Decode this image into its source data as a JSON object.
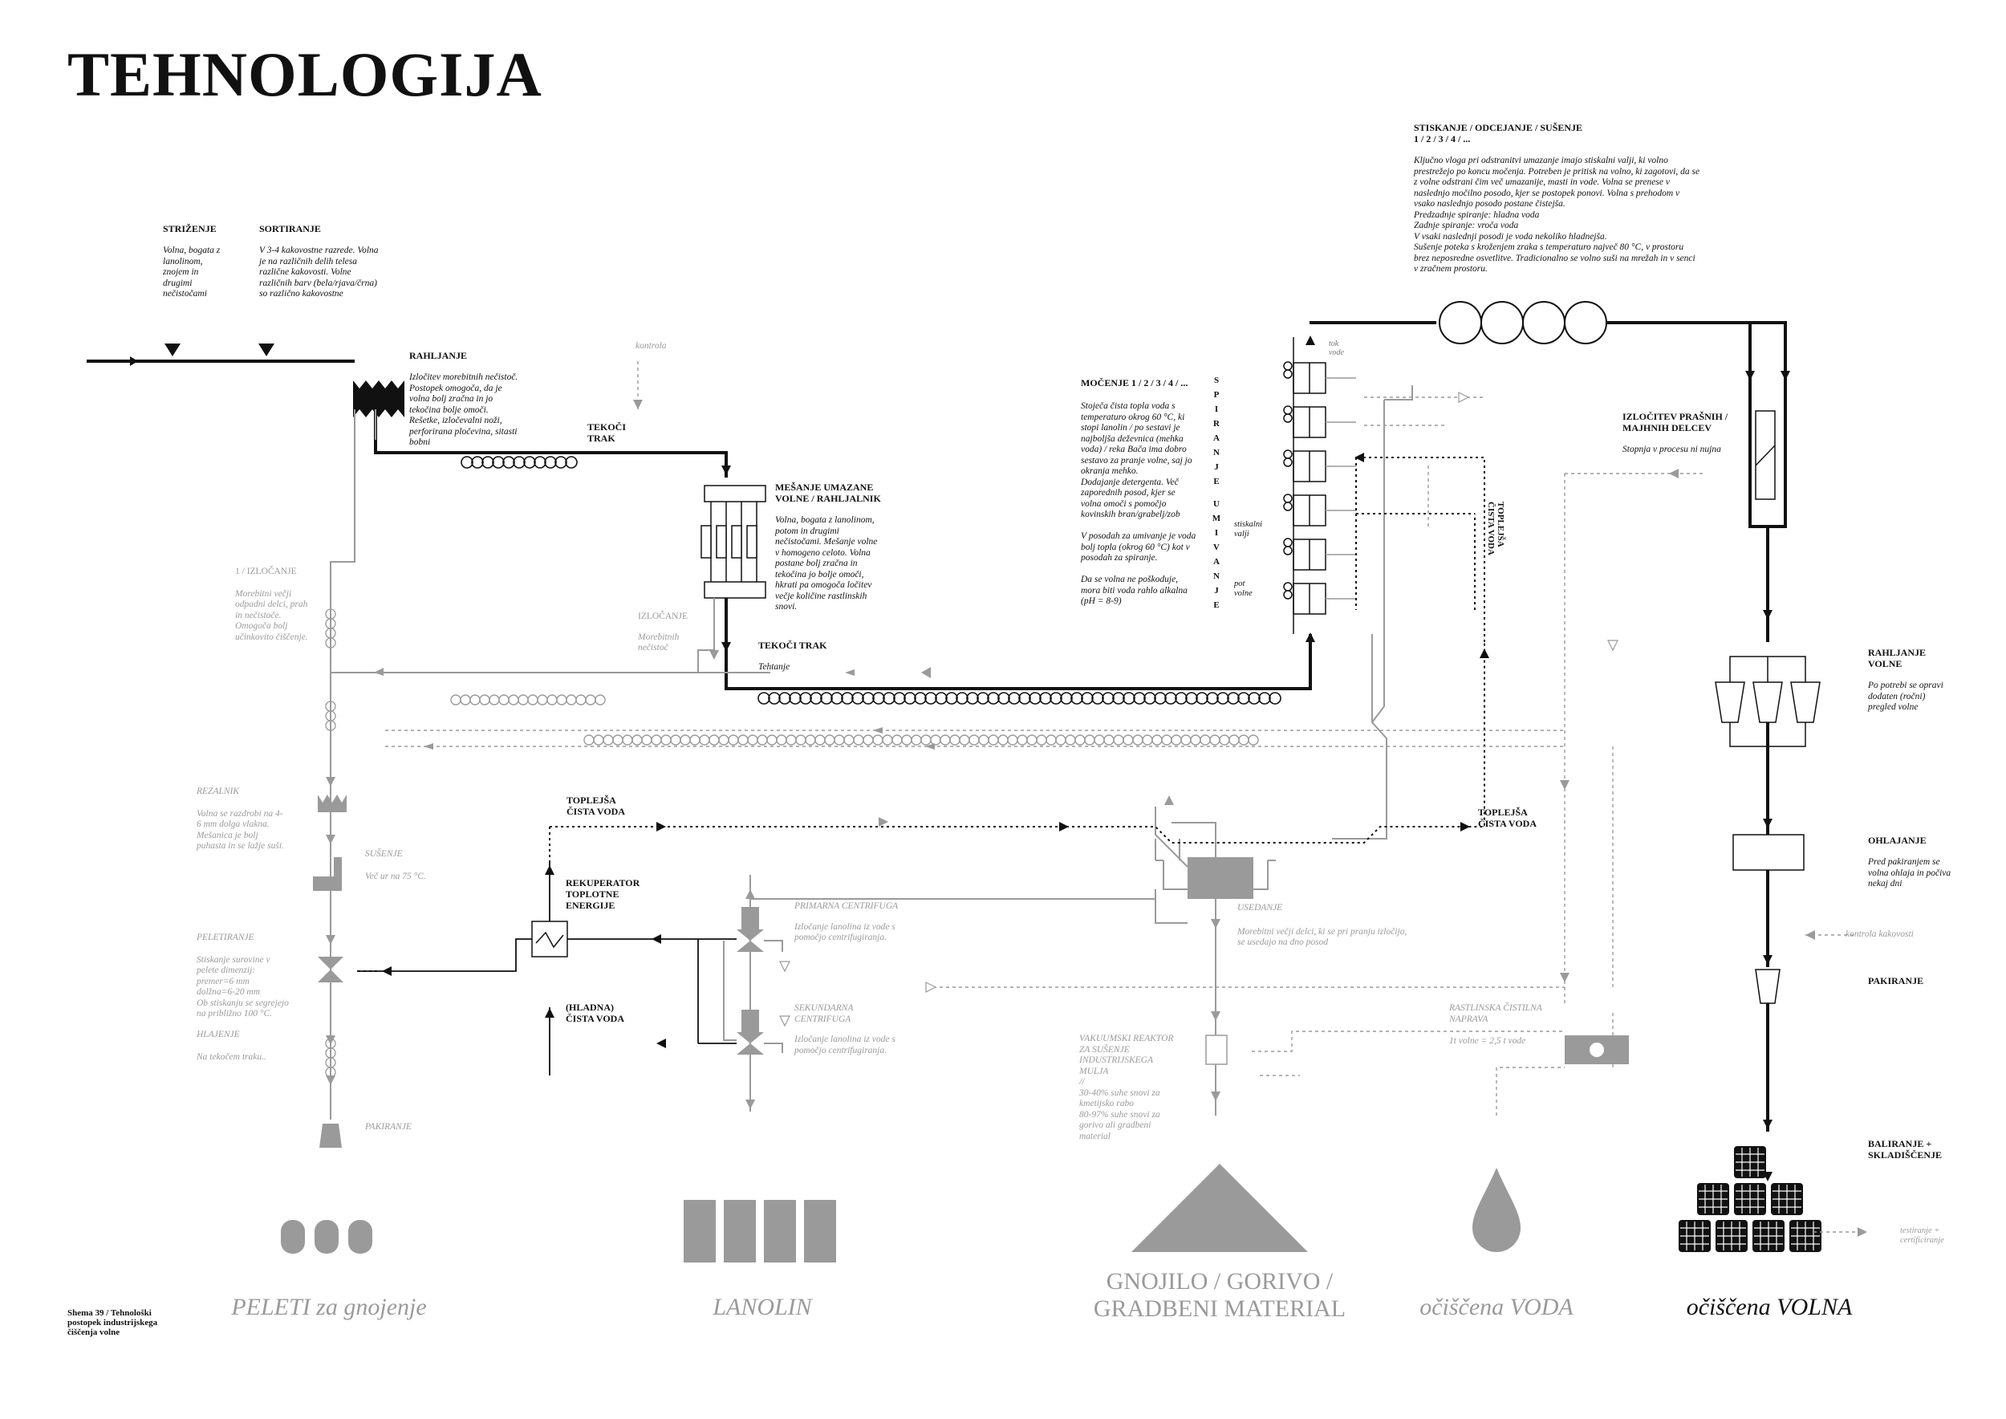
{
  "title": "TEHNOLOGIJA",
  "caption": "Shema 39 / Tehnološki\npostopek industrijskega\nčiščenja volne",
  "blocks": {
    "strizenje": {
      "head": "STRIŽENJE",
      "text": "Volna, bogata z\nlanolinom,\nznojem in\ndrugimi\nnečistočami"
    },
    "sortiranje": {
      "head": "SORTIRANJE",
      "text": "V 3-4 kakovostne razrede. Volna\nje na različnih delih telesa\nrazlične kakovosti. Volne\nrazličnih barv (bela/rjava/črna)\nso različno kakovostne"
    },
    "rahljanje": {
      "head": "RAHLJANJE",
      "text": "Izločitev morebitnih nečistoč.\nPostopek omogoča, da je\nvolna bolj zračna in jo\ntekočina bolje omoči.\nRešetke, izločevalni noži,\nperforirana pločevina, sitasti\nbobni"
    },
    "kontrola_top": "kontrola",
    "tekoci_trak_1": "TEKOČI\nTRAK",
    "mesanje": {
      "head": "MEŠANJE UMAZANE\nVOLNE / RAHLJALNIK",
      "text": "Volna, bogata z lanolinom,\npotom in drugimi\nnečistočami. Mešanje volne\nv homogeno celoto. Volna\npostane bolj zračna in\ntekočina jo bolje omoči,\nhkrati pa omogoča ločitev\nvečje količine rastlinskih\nsnovi."
    },
    "tekoci_trak_2": {
      "head": "TEKOČI TRAK",
      "text": "Tehtanje"
    },
    "izlocanje_1": {
      "head": "1 / IZLOČANJE",
      "text": "Morebitni večji\nodpadni delci, prah\nin nečistoče.\nOmogoča bolj\nučinkovito čiščenje."
    },
    "izlocanje_2": {
      "head": "IZLOČANJE",
      "text": "Morebitnih\nnečistoč"
    },
    "mocenje": {
      "head": "MOČENJE  1 / 2 / 3 / 4 / ...",
      "text": "Stoječa čista topla voda s\ntemperaturo okrog 60 °C, ki\nstopi lanolin / po sestavi je\nnajboljša deževnica (mehka\nvoda) / reka Bača ima dobro\nsestavo za pranje volne, saj jo\nokranja mehko.\nDodajanje detergenta. Več\nzaporednih posod, kjer se\nvolna omoči s pomočjo\nkovinskih bran/grabelj/zob\n\nV posodah za umivanje je voda\nbolj topla (okrog 60 °C) kot v\nposodah za spiranje.\n\nDa se volna ne poškoduje,\nmora biti voda rahlo alkalna\n(pH = 8-9)"
    },
    "spiranje_v": "SPIRANJE",
    "umivanje_v": "UMIVANJE",
    "tok_vode": "tok\nvode",
    "stiskalni_valji": "stiskalni\nvalji",
    "pot_volne": "pot\nvolne",
    "toplejsa_v": "TOPLEJŠA\nČISTA VODA",
    "stiskanje": {
      "head": "STISKANJE / ODCEJANJE / SUŠENJE\n1 / 2 / 3 / 4 / ...",
      "text": "Ključno vloga pri odstranitvi umazanje imajo stiskalni valji, ki volno\nprestrežejo po koncu močenja. Potreben je pritisk na volno, ki zagotovi, da se\nz volne odstrani čim več umazanije, masti in vode. Volna se prenese v\nnaslednjo močilno posodo, kjer se postopek ponovi. Volna s prehodom v\nvsako naslednjo posodo postane čistejša.\nPredzadnje spiranje: hladna voda\nZadnje spiranje: vroča voda\nV vsaki naslednji posodi je voda nekoliko hladnejša.\nSušenje poteka s kroženjem zraka s temperaturo največ 80 °C, v prostoru\nbrez neposredne osvetlitve. Tradicionalno se volno suši na mrežah in v senci\nv zračnem prostoru."
    },
    "izlocitev_prasnih": {
      "head": "IZLOČITEV PRAŠNIH /\nMAJHNIH DELCEV",
      "text": "Stopnja v procesu ni nujna"
    },
    "rahljanje_volne": {
      "head": "RAHLJANJE\nVOLNE",
      "text": "Po potrebi se opravi\ndodaten (ročni)\npregled volne"
    },
    "ohlajanje": {
      "head": "OHLAJANJE",
      "text": "Pred pakiranjem se\nvolna ohlaja in počiva\nnekaj dni"
    },
    "kontrola_kakovosti": "kontrola kakovosti",
    "pakiranje_r": "PAKIRANJE",
    "baliranje": "BALIRANJE +\nSKLADIŠČENJE",
    "testiranje": "testiranje +\ncertificiranje",
    "rezalnik": {
      "head": "REZALNIK",
      "text": "Volna se razdrobi na 4-\n6 mm dolga vlakna.\nMešanica je bolj\npuhasta in se lažje suši."
    },
    "susenje": {
      "head": "SUŠENJE",
      "text": "Več ur na 75 °C."
    },
    "peletiranje": {
      "head": "PELETIRANJE",
      "text": "Stiskanje surovine v\npelete dimenzij:\npremer=6 mm\ndolžna=6-20 mm\nOb stiskanju se segrejejo\nna približno 100 °C."
    },
    "hlajenje": {
      "head": "HLAJENJE",
      "text": "Na tekočem traku.."
    },
    "pakiranje_l": "PAKIRANJE",
    "toplejsa_1": "TOPLEJŠA\nČISTA VODA",
    "toplejsa_2": "TOPLEJŠA\nČISTA VODA",
    "rekuperator": "REKUPERATOR\nTOPLOTNE\nENERGIJE",
    "hladna": "(HLADNA)\nČISTA VODA",
    "primarna": {
      "head": "PRIMARNA CENTRIFUGA",
      "text": "Izločanje lanolina iz vode s\npomočjo centrifugiranja."
    },
    "sekundarna": {
      "head": "SEKUNDARNA\nCENTRIFUGA",
      "text": "Izločanje lanolina iz vode s\npomočjo centrifugiranja."
    },
    "usedanje": {
      "head": "USEDANJE",
      "text": "Morebitni večji delci, ki se pri pranju izločijo,\nse usedajo na dno posod"
    },
    "vakuumski": {
      "head": "VAKUUMSKI REAKTOR\nZA SUŠENJE\nINDUSTRIJSKEGA\nMULJA",
      "text": "//\n30-40% suhe snovi za\nkmetijsko rabo\n80-97% suhe snovi za\ngorivo ali gradbeni\nmaterial"
    },
    "rastlinska": {
      "head": "RASTLINSKA ČISTILNA\nNAPRAVA",
      "text": "1t volne = 2,5 t vode"
    }
  },
  "outputs": {
    "peleti": "PELETI za gnojenje",
    "lanolin": "LANOLIN",
    "gnojilo": "GNOJILO / GORIVO /\nGRADBENI MATERIAL",
    "voda": "očiščena VODA",
    "volna": "očiščena VOLNA"
  },
  "colors": {
    "ink": "#111111",
    "grey": "#9a9a9a",
    "mid": "#777777"
  }
}
